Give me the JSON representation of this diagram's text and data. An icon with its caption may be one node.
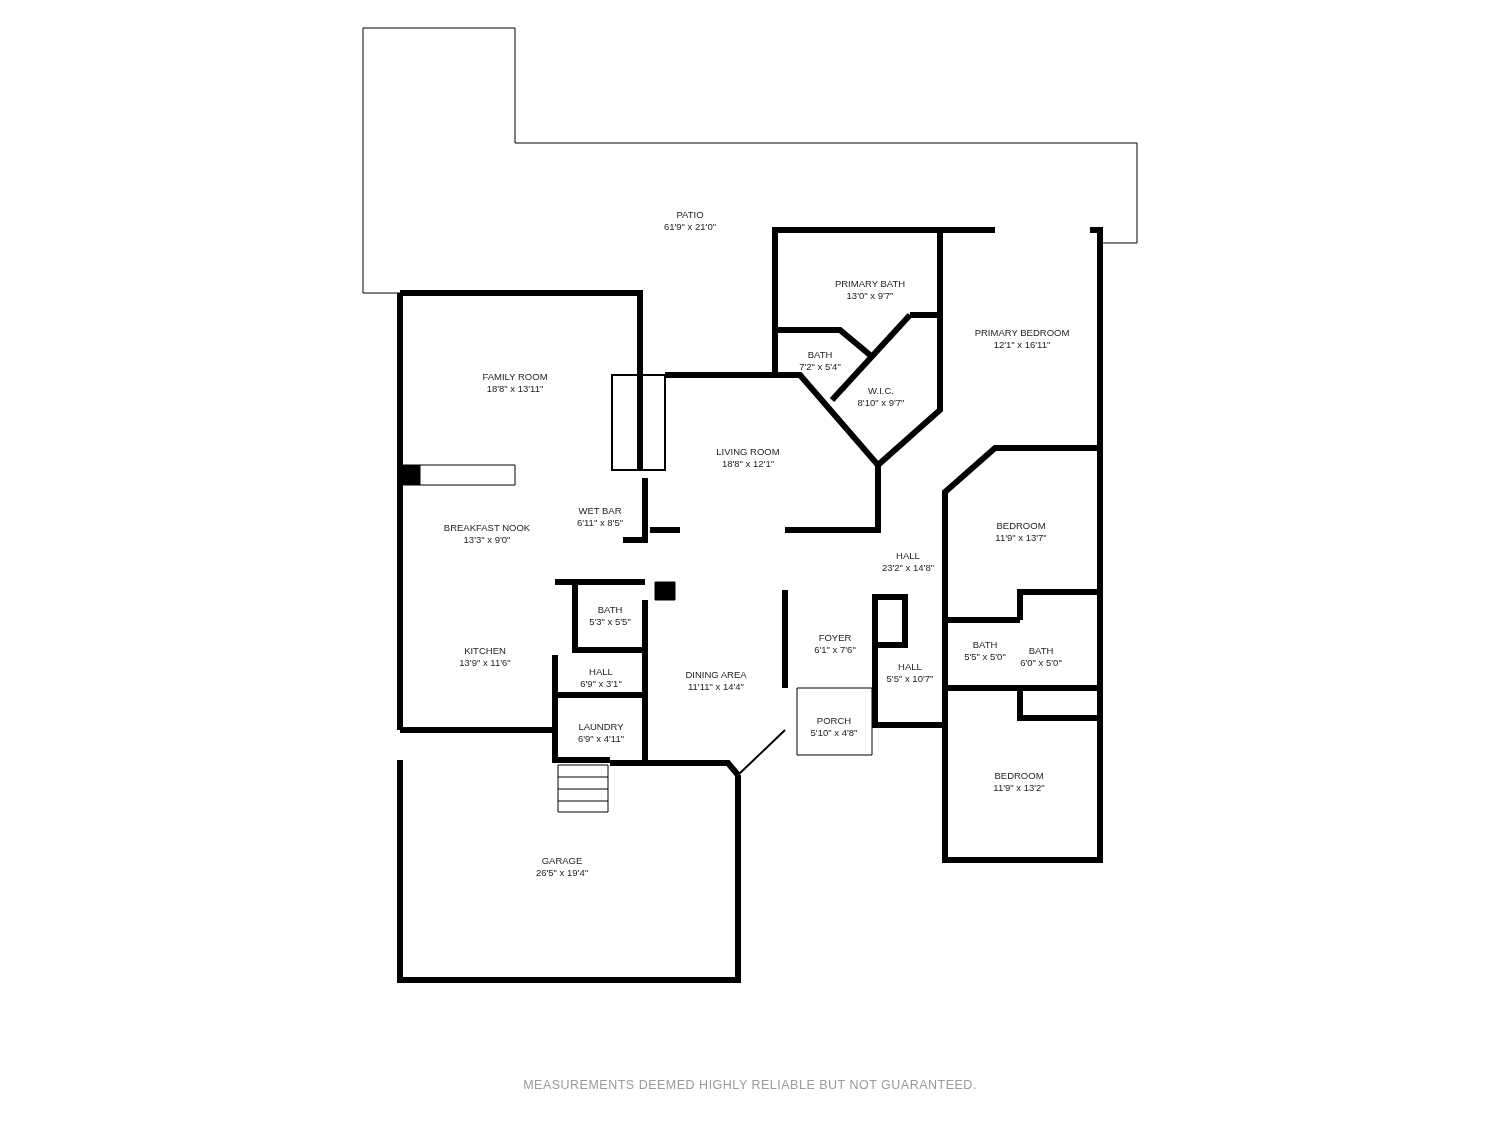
{
  "diagram": {
    "nodes": [
      {
        "text": [
          "PATIO",
          "61'9\" x 21'0\""
        ]
      },
      {
        "text": [
          "PRIMARY BATH",
          "13'0\" x 9'7\""
        ]
      },
      {
        "text": [
          "PRIMARY BEDROOM",
          "12'1\" x 16'11\""
        ]
      },
      {
        "text": [
          "BATH",
          "7'2\" x 5'4\""
        ]
      },
      {
        "text": [
          "FAMILY ROOM",
          "18'8\" x 13'11\""
        ]
      },
      {
        "text": [
          "W.I.C.",
          "8'10\" x 9'7\""
        ]
      },
      {
        "text": [
          "LIVING ROOM",
          "18'8\" x 12'1\""
        ]
      },
      {
        "text": [
          "WET BAR",
          "6'11\" x 8'5\""
        ]
      },
      {
        "text": [
          "BREAKFAST NOOK",
          "13'3\" x 9'0\""
        ]
      },
      {
        "text": [
          "BEDROOM",
          "11'9\" x 13'7\""
        ]
      },
      {
        "text": [
          "HALL",
          "23'2\" x 14'8\""
        ]
      },
      {
        "text": [
          "BATH",
          "5'3\" x 5'5\""
        ]
      },
      {
        "text": [
          "FOYER",
          "6'1\" x 7'6\""
        ]
      },
      {
        "text": [
          "BATH",
          "5'5\" x 5'0\""
        ]
      },
      {
        "text": [
          "BATH",
          "6'0\" x 5'0\""
        ]
      },
      {
        "text": [
          "KITCHEN",
          "13'9\" x 11'6\""
        ]
      },
      {
        "text": [
          "HALL",
          "5'5\" x 10'7\""
        ]
      },
      {
        "text": [
          "HALL",
          "6'9\" x 3'1\""
        ]
      },
      {
        "text": [
          "DINING AREA",
          "11'11\" x 14'4\""
        ]
      },
      {
        "text": [
          "PORCH",
          "5'10\" x 4'8\""
        ]
      },
      {
        "text": [
          "LAUNDRY",
          "6'9\" x 4'11\""
        ]
      },
      {
        "text": [
          "BEDROOM",
          "11'9\" x 13'2\""
        ]
      },
      {
        "text": [
          "GARAGE",
          "26'5\" x 19'4\""
        ]
      }
    ],
    "labels": [
      "MEASUREMENTS DEEMED HIGHLY RELIABLE BUT NOT GUARANTEED."
    ]
  }
}
